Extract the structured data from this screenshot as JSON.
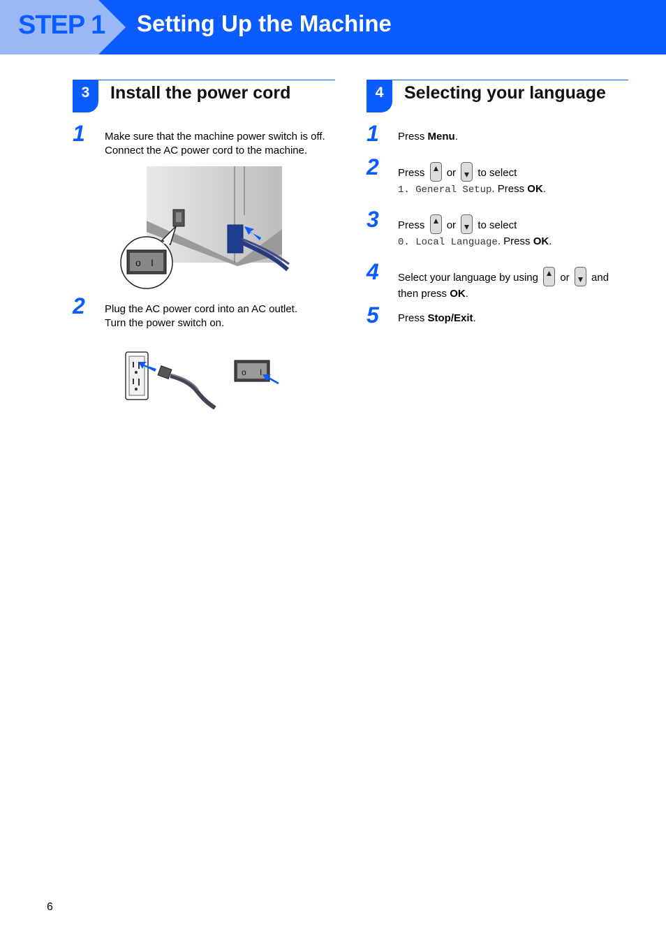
{
  "header": {
    "step": "STEP 1",
    "title": "Setting Up the Machine"
  },
  "section3": {
    "number": "3",
    "title": "Install the power cord",
    "steps": [
      {
        "num": "1",
        "line1": "Make sure that the machine power switch is off.",
        "line2": "Connect the AC power cord to the machine."
      },
      {
        "num": "2",
        "line1": "Plug the AC power cord into an AC outlet.",
        "line2": "Turn the power switch on."
      }
    ]
  },
  "section4": {
    "number": "4",
    "title": "Selecting your language",
    "step1": {
      "num": "1",
      "press": "Press",
      "key": "Menu",
      "end": "."
    },
    "step2": {
      "num": "2",
      "press": "Press",
      "or": "or",
      "to_select": "to select",
      "menu_item": "1. General Setup",
      "press2": "Press",
      "key": "OK",
      "end": "."
    },
    "step3": {
      "num": "3",
      "press": "Press",
      "or": "or",
      "to_select": "to select",
      "menu_item": "0. Local Language",
      "press2": "Press",
      "key": "OK",
      "end": "."
    },
    "step4": {
      "num": "4",
      "text": "Select your language by using",
      "or": "or",
      "and": "and",
      "then": "then press",
      "key": "OK",
      "end": "."
    },
    "step5": {
      "num": "5",
      "press": "Press",
      "key": "Stop/Exit",
      "end": "."
    }
  },
  "footer": {
    "page_number": "6"
  },
  "colors": {
    "accent": "#0a5cff",
    "tab": "#9ab8f5"
  },
  "icons": [
    "up-arrow-key-icon",
    "down-arrow-key-icon",
    "power-switch-off-icon",
    "power-switch-on-icon",
    "ac-outlet-icon",
    "power-plug-icon",
    "machine-power-inlet-illustration"
  ]
}
